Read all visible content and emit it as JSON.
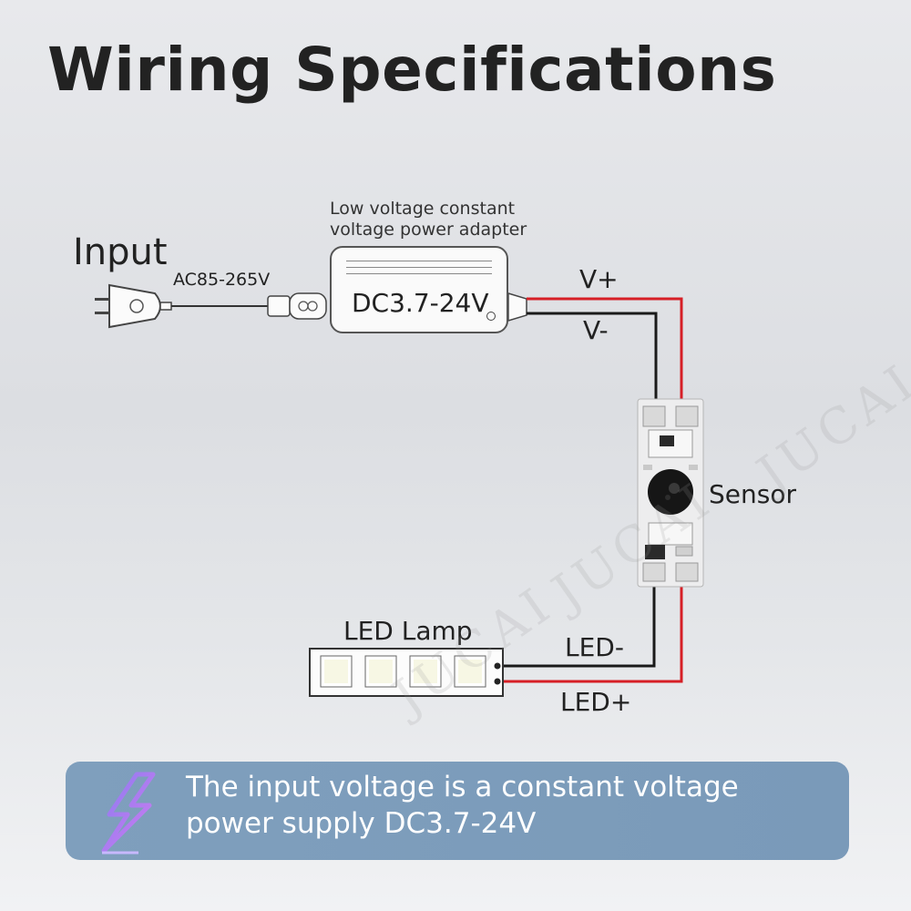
{
  "title": "Wiring Specifications",
  "input": {
    "label": "Input",
    "voltage": "AC85-265V"
  },
  "adapter": {
    "caption_line1": "Low voltage constant",
    "caption_line2": "voltage power adapter",
    "voltage": "DC3.7-24V"
  },
  "wires": {
    "v_plus": "V+",
    "v_minus": "V-",
    "led_minus": "LED-",
    "led_plus": "LED+",
    "positive_color": "#d61f26",
    "negative_color": "#1a1a1a"
  },
  "sensor": {
    "label": "Sensor"
  },
  "lamp": {
    "label": "LED Lamp",
    "chip_count": 4,
    "chip_color": "#f7f7e4"
  },
  "banner": {
    "text": "The input voltage is a constant voltage power supply DC3.7-24V",
    "icon": "lightning-bolt-icon",
    "color": "#7f9fbd"
  },
  "watermark": "JUCAI"
}
